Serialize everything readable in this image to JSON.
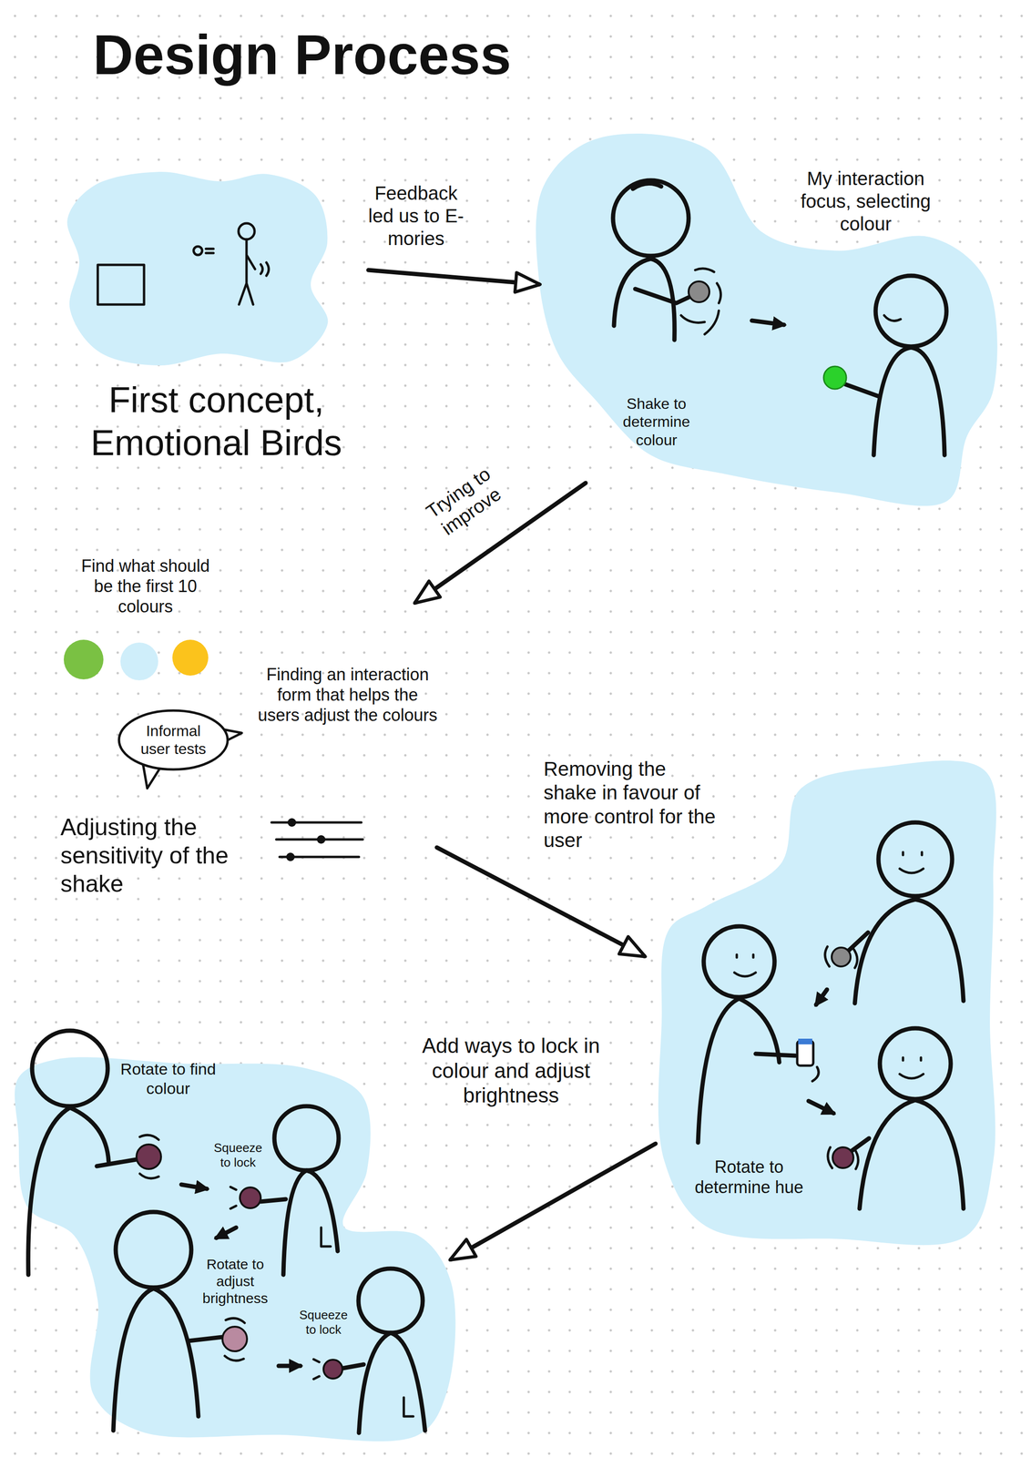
{
  "diagram": {
    "title": "Design Process",
    "nodes": [
      {
        "text": [
          "First concept, Emotional Birds"
        ]
      },
      {
        "text": [
          "My interaction focus, selecting colour",
          "Shake to determine colour"
        ]
      },
      {
        "text": [
          "Informal user tests"
        ]
      },
      {
        "text": [
          "Rotate to determine hue"
        ]
      },
      {
        "text": [
          "Rotate to find colour",
          "Squeeze to lock",
          "Rotate to adjust brightness",
          "Squeeze to lock"
        ]
      }
    ],
    "edges": [
      {
        "from": 0,
        "to": 1,
        "arrow": "to",
        "label": "Feedback led us to E-mories"
      },
      {
        "from": 3,
        "to": 4,
        "arrow": "to",
        "label": "Add ways to lock in colour and adjust brightness"
      }
    ],
    "labels": [
      "Trying to improve",
      "Find what should be the first 10 colours",
      "Finding an interaction form that helps the users adjust the colours",
      "Adjusting the sensitivity of the shake",
      "Removing the shake in favour of more control for the user"
    ]
  }
}
